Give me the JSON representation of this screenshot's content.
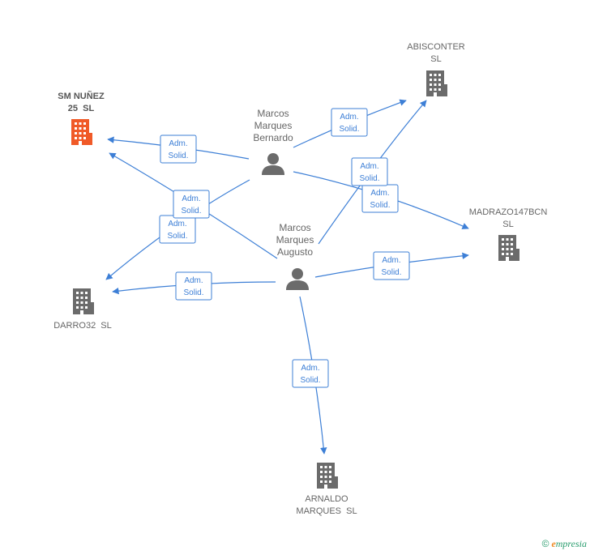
{
  "colors": {
    "edge": "#3d7fd6",
    "main_company": "#f05a28",
    "company": "#6b6b6b",
    "person": "#6b6b6b"
  },
  "companies": [
    {
      "id": "sm",
      "name_lines": [
        "SM NUÑEZ",
        "25  SL"
      ],
      "main": true
    },
    {
      "id": "abis",
      "name_lines": [
        "ABISCONTER",
        "SL"
      ],
      "main": false
    },
    {
      "id": "madr",
      "name_lines": [
        "MADRAZO147BCN",
        "SL"
      ],
      "main": false
    },
    {
      "id": "darro",
      "name_lines": [
        "DARRO32  SL"
      ],
      "main": false
    },
    {
      "id": "arn",
      "name_lines": [
        "ARNALDO",
        "MARQUES  SL"
      ],
      "main": false
    }
  ],
  "persons": [
    {
      "id": "bernardo",
      "name_lines": [
        "Marcos",
        "Marques",
        "Bernardo"
      ]
    },
    {
      "id": "augusto",
      "name_lines": [
        "Marcos",
        "Marques",
        "Augusto"
      ]
    }
  ],
  "edge_label": [
    "Adm.",
    "Solid."
  ],
  "edges": [
    {
      "from": "bernardo",
      "to": "sm"
    },
    {
      "from": "bernardo",
      "to": "abis"
    },
    {
      "from": "bernardo",
      "to": "madr"
    },
    {
      "from": "bernardo",
      "to": "darro"
    },
    {
      "from": "augusto",
      "to": "sm"
    },
    {
      "from": "augusto",
      "to": "abis"
    },
    {
      "from": "augusto",
      "to": "madr"
    },
    {
      "from": "augusto",
      "to": "darro"
    },
    {
      "from": "augusto",
      "to": "arn"
    }
  ],
  "watermark": {
    "copyright": "©",
    "brand_initial": "e",
    "brand_rest": "mpresia"
  }
}
